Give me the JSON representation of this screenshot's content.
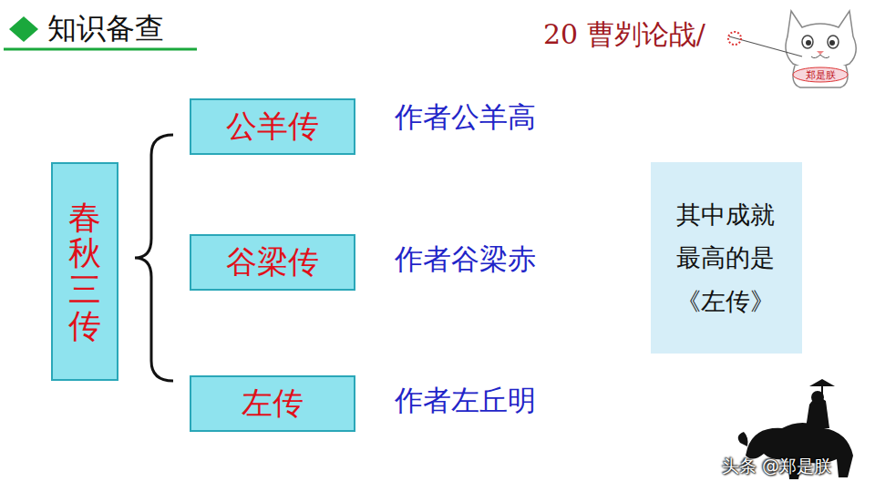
{
  "diagram": {
    "title": "知识备查",
    "nodes": [
      {
        "text": [
          "春秋三传"
        ]
      },
      {
        "text": [
          "公羊传"
        ]
      },
      {
        "text": [
          "谷梁传"
        ]
      },
      {
        "text": [
          "左传"
        ]
      },
      {
        "text": [
          "其中成就最高的是《左传》"
        ]
      }
    ],
    "labels": [
      "20 曹刿论战/",
      "作者公羊高",
      "作者谷梁赤",
      "作者左丘明",
      "郑是朕",
      "头条 @郑是朕"
    ]
  }
}
